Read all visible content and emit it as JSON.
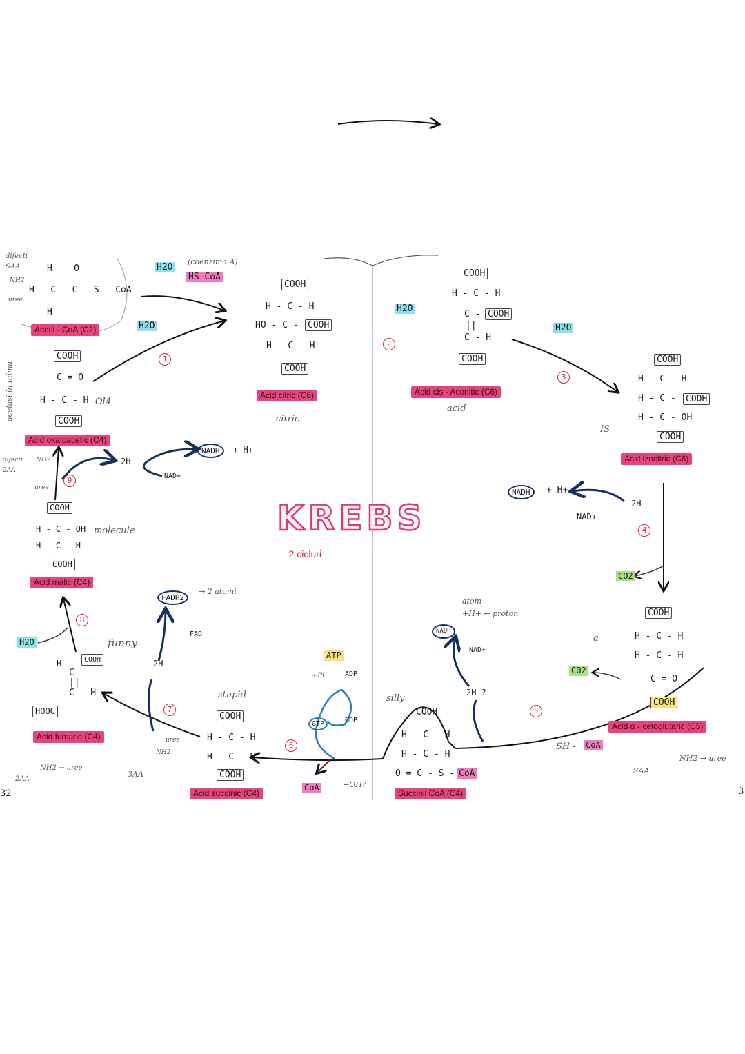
{
  "title": "KREBS",
  "subtitle": "- 2 cicluri -",
  "page_numbers": {
    "left": "32",
    "right": "3"
  },
  "acetyl_coa": {
    "top": "H    O",
    "middle": "H - C - C - S - CoA",
    "bottom": "H",
    "label": "Acetil - CoA (C2)",
    "notes": {
      "a": "difecti\nSAA",
      "b": "NH2",
      "c": "uree"
    }
  },
  "oxaloacetic": {
    "l1": "COOH",
    "l2": "C = O",
    "l3": "H - C - H",
    "l4": "COOH",
    "side": "Ol4",
    "label": "Acid oxaloacetic (C4)",
    "vertical_note": "acelasi in inima"
  },
  "step1": {
    "h2o_top": "H2O",
    "coenzyme": "(coenzima A)",
    "hscoa": "HS-CoA",
    "h2o": "H2O",
    "num": "1"
  },
  "citric": {
    "l1": "COOH",
    "l2": "H - C - H",
    "l3a": "HO - C -",
    "l3b": "COOH",
    "l4": "H - C - H",
    "l5": "COOH",
    "label": "Acid citric (C6)",
    "note": "citric"
  },
  "step2": {
    "h2o": "H2O",
    "num": "2"
  },
  "cis_aconitic": {
    "l1": "COOH",
    "l2": "H - C - H",
    "l3a": "C -",
    "l3b": "COOH",
    "l4": "||",
    "l5": "C - H",
    "l6": "COOH",
    "label": "Acid cis - Aconitic (C6)",
    "note": "acid"
  },
  "step3": {
    "h2o": "H2O",
    "num": "3"
  },
  "isocitric": {
    "l1": "COOH",
    "l2": "H - C - H",
    "l3a": "H - C -",
    "l3b": "COOH",
    "l4": "H - C - OH",
    "l5": "COOH",
    "note": "IS",
    "label": "Acid izocitric (C6)"
  },
  "step4": {
    "nadh": "NADH",
    "h": "+ H+",
    "two_h": "2H",
    "nad": "NAD+",
    "num": "4",
    "co2": "CO2"
  },
  "alpha_ketoglutaric": {
    "l1": "COOH",
    "l2": "H - C - H",
    "l3": "H - C - H",
    "l4": "C = O",
    "l5": "COOH",
    "label": "Acid α - cetoglutaric (C5)",
    "note": "a",
    "saa": "SAA",
    "nh2": "NH2 → uree"
  },
  "step5": {
    "co2": "CO2",
    "num": "5",
    "sh": "SH -",
    "coa": "CoA",
    "two_h": "2H ?",
    "nadh": "NADH",
    "h": "+H+ ← proton",
    "atom": "atom",
    "nad": "NAD+"
  },
  "succinyl_coa": {
    "l1": "COOH",
    "l2": "H - C - H",
    "l3": "H - C - H",
    "l4": "O = C - S -",
    "coa": "CoA",
    "label": "Succinil CoA (C4)",
    "note": "silly"
  },
  "step6": {
    "atp": "ATP",
    "adp": "ADP",
    "pi": "+Pi",
    "gtp": "GTP",
    "gdp": "GDP",
    "num": "6",
    "coa": "CoA",
    "oh": "+OH?"
  },
  "succinic": {
    "note": "stupid",
    "l1": "COOH",
    "l2": "H - C - H",
    "l3": "H - C - H",
    "l4": "COOH",
    "label": "Acid succinic (C4)",
    "uree": "uree",
    "nh2": "NH2",
    "aa": "3AA"
  },
  "step7": {
    "num": "7",
    "fadh2": "FADH2",
    "atoms": "→ 2 atomi",
    "fad": "FAD",
    "two_h": "2H"
  },
  "fumaric": {
    "h": "H",
    "cooh": "COOH",
    "c1": "C",
    "db": "||",
    "c2": "C - H",
    "hooc": "HOOC",
    "label": "Acid fumaric (C4)",
    "note": "funny",
    "aa": "2AA",
    "nh": "NH2 → uree"
  },
  "step8": {
    "num": "8",
    "h2o": "H2O"
  },
  "malic": {
    "l1": "COOH",
    "l2": "H - C - OH",
    "l3": "H - C - H",
    "l4": "COOH",
    "label": "Acid malic (C4)",
    "note": "molecule"
  },
  "step9": {
    "num": "9",
    "two_h": "2H",
    "nadh": "NADH",
    "h": "+ H+",
    "nad": "NAD+",
    "notes": {
      "a": "difecti\n2AA",
      "b": "NH2",
      "c": "uree"
    }
  },
  "colors": {
    "highlight": "#e8437a",
    "arrow": "#16305e",
    "step_circle": "#d8243c",
    "water": "#8fe0ec",
    "co2": "#a8e08a"
  }
}
